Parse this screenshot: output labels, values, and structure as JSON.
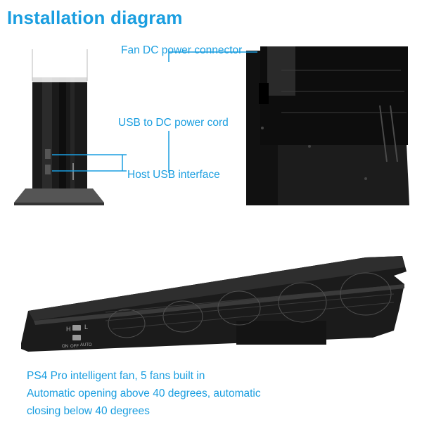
{
  "title": "Installation diagram",
  "labels": {
    "fan_dc": "Fan DC power connector",
    "usb_dc": "USB to DC power cord",
    "host_usb": "Host USB interface"
  },
  "product": {
    "switch_top_left": "H",
    "switch_top_right": "L",
    "switch_bottom_on": "ON",
    "switch_bottom_off": "OFF",
    "switch_bottom_auto": "AUTO"
  },
  "captions": [
    "PS4 Pro intelligent fan, 5 fans built in",
    "Automatic opening above 40 degrees, automatic",
    "closing below 40 degrees"
  ],
  "colors": {
    "accent": "#1a9ee0",
    "device": "#111111"
  }
}
